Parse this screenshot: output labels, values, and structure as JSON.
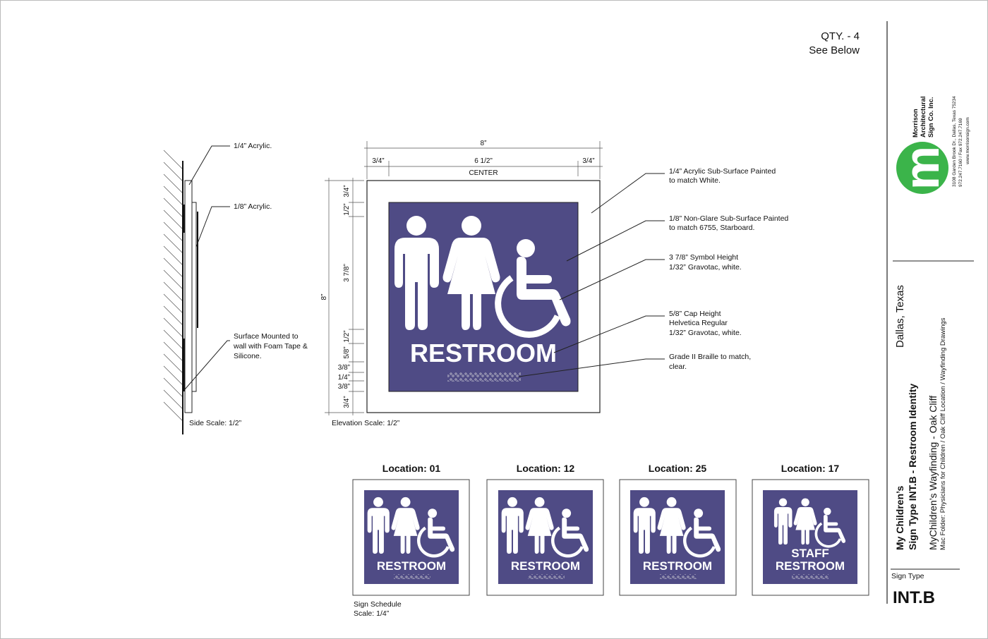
{
  "header": {
    "qty": "QTY. - 4",
    "see_below": "See Below"
  },
  "side_view": {
    "label_outer": "1/4” Acrylic.",
    "label_inner": "1/8” Acrylic.",
    "mount_lines": [
      "Surface Mounted to",
      "wall with Foam Tape &",
      "Silicone."
    ],
    "scale": "Side Scale: 1/2”"
  },
  "elevation": {
    "width_total": "8”",
    "width_left": "3/4”",
    "width_center": "6 1/2”",
    "width_right": "3/4”",
    "center_label": "CENTER",
    "height_total": "8”",
    "vertical_dims": [
      "3/4”",
      "1/2”",
      "3 7/8”",
      "1/2”",
      "5/8”",
      "3/8”",
      "1/4”",
      "3/8”",
      "3/4”"
    ],
    "sign_text": "RESTROOM",
    "braille": "⠠⠗⠑⠎⠞⠗⠕⠕⠍",
    "scale": "Elevation Scale: 1/2”",
    "sign_color": "#4f4b85"
  },
  "callouts": [
    {
      "lines": [
        "1/4” Acrylic Sub-Surface Painted",
        "to match White."
      ]
    },
    {
      "lines": [
        "1/8” Non-Glare Sub-Surface Painted",
        "to match 6755, Starboard."
      ]
    },
    {
      "lines": [
        "3 7/8” Symbol Height",
        "1/32” Gravotac, white."
      ]
    },
    {
      "lines": [
        "5/8” Cap Height",
        "Helvetica Regular",
        "1/32” Gravotac, white."
      ]
    },
    {
      "lines": [
        "Grade II Braille to match,",
        "clear."
      ]
    }
  ],
  "schedule": {
    "locations": [
      {
        "label": "Location: 01",
        "text": [
          "RESTROOM"
        ]
      },
      {
        "label": "Location: 12",
        "text": [
          "RESTROOM"
        ]
      },
      {
        "label": "Location: 25",
        "text": [
          "RESTROOM"
        ]
      },
      {
        "label": "Location: 17",
        "text": [
          "STAFF",
          "RESTROOM"
        ]
      }
    ],
    "caption": "Sign Schedule",
    "scale": "Scale: 1/4”"
  },
  "title_block": {
    "company": [
      "Morrison",
      "Architectural",
      "Sign Co. Inc."
    ],
    "address": [
      "3108 Garden Brook Dr.,  Dallas, Texas 75234",
      "972.247.7160 / Fax 972.247.7169",
      "www.morrisonsign.com"
    ],
    "logo_letter": "m",
    "logo_color": "#3bb44a",
    "city": "Dallas, Texas",
    "project_title": "My Children’s",
    "sign_type_title": "Sign Type INT.B - Restroom Identity",
    "wayfinding": "MyChildren’s Wayfinding - Oak Cliff",
    "folder": "Mac Folder: Physicians for Children / Oak Cliff Location / Wayfinding Drawings",
    "sign_type_label": "Sign Type",
    "sign_type_value": "INT.B"
  }
}
